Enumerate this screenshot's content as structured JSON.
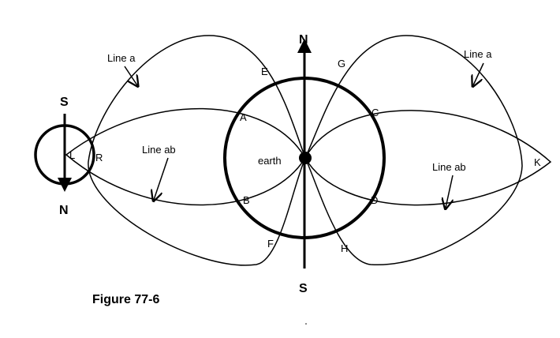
{
  "figure": {
    "caption": "Figure 77-6",
    "earth_label": "earth",
    "earth_axis": {
      "top": "N",
      "bottom": "S"
    },
    "moon_axis": {
      "top": "S",
      "bottom": "N"
    },
    "line_labels": {
      "line_a_left": "Line a",
      "line_a_right": "Line a",
      "line_ab_left": "Line ab",
      "line_ab_right": "Line ab"
    },
    "points": {
      "A": "A",
      "B": "B",
      "C": "C",
      "D": "D",
      "E": "E",
      "F": "F",
      "G": "G",
      "H": "H",
      "K": "K",
      "L": "L",
      "R": "R"
    }
  }
}
